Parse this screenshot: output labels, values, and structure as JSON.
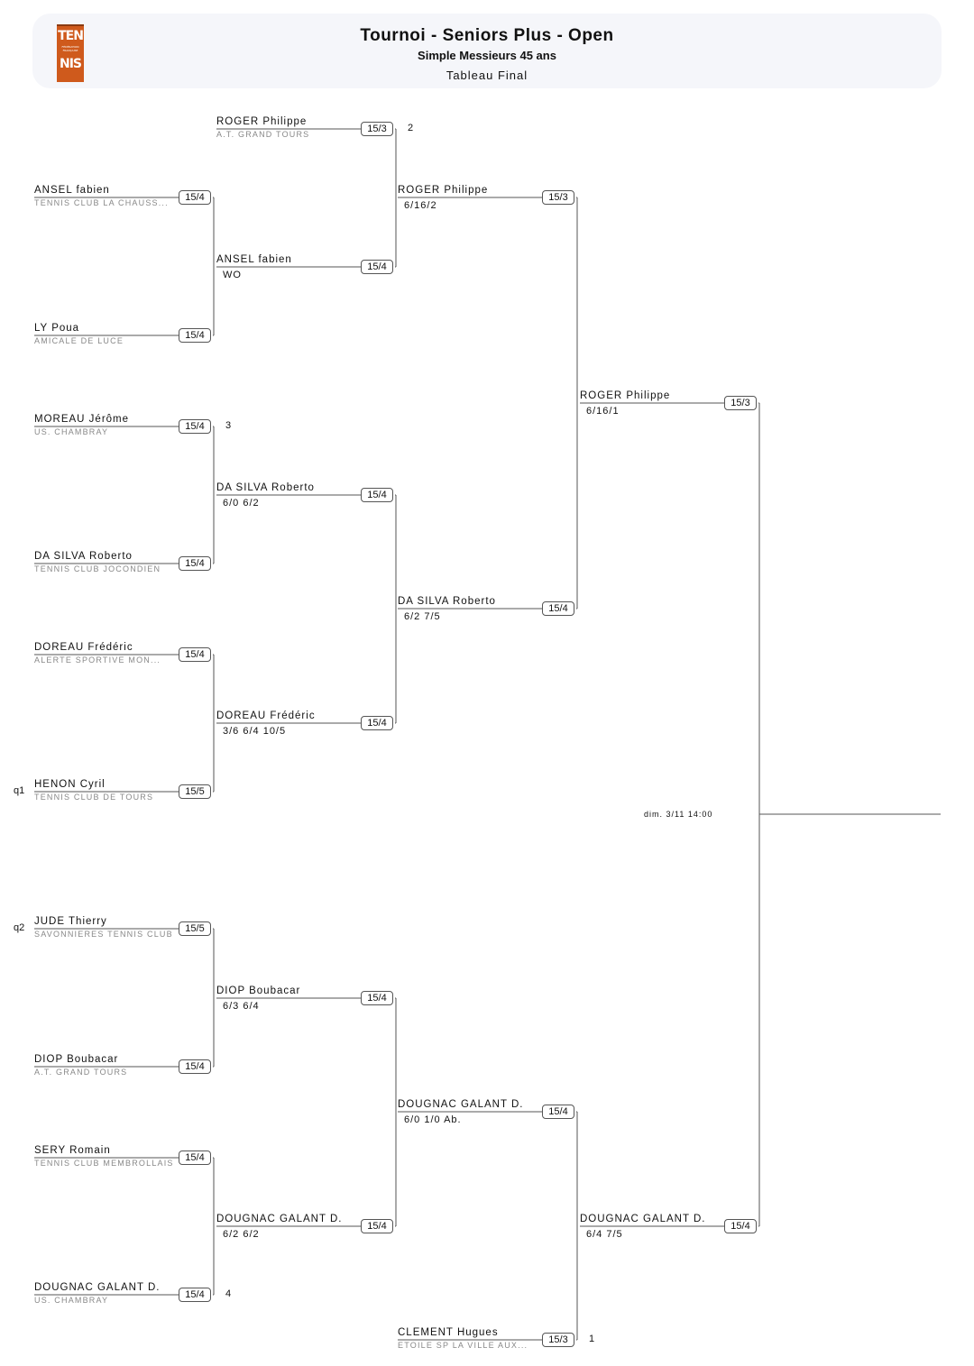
{
  "header": {
    "logo_text": "TENNIS",
    "title": "Tournoi - Seniors Plus - Open",
    "subtitle": "Simple Messieurs 45 ans",
    "stage": "Tableau Final"
  },
  "final_date": "dim. 3/11 14:00",
  "rounds": [
    [
      {
        "name": "ANSEL fabien",
        "club": "TENNIS CLUB LA CHAUSS...",
        "rank": "15/4"
      },
      {
        "name": "LY Poua",
        "club": "AMICALE DE LUCE",
        "rank": "15/4"
      },
      {
        "name": "MOREAU Jérôme",
        "club": "US. CHAMBRAY",
        "rank": "15/4",
        "seed": "3"
      },
      {
        "name": "DA SILVA Roberto",
        "club": "TENNIS CLUB JOCONDIEN",
        "rank": "15/4"
      },
      {
        "name": "DOREAU Frédéric",
        "club": "ALERTE SPORTIVE MON...",
        "rank": "15/4"
      },
      {
        "name": "HENON Cyril",
        "club": "TENNIS CLUB DE TOURS",
        "rank": "15/5",
        "qualifier": "q1"
      },
      {
        "name": "JUDE Thierry",
        "club": "SAVONNIERES TENNIS CLUB",
        "rank": "15/5",
        "qualifier": "q2"
      },
      {
        "name": "DIOP Boubacar",
        "club": "A.T. GRAND TOURS",
        "rank": "15/4"
      },
      {
        "name": "SERY Romain",
        "club": "TENNIS CLUB MEMBROLLAIS",
        "rank": "15/4"
      },
      {
        "name": "DOUGNAC GALANT D.",
        "club": "US. CHAMBRAY",
        "rank": "15/4",
        "seed": "4"
      }
    ],
    [
      {
        "name": "ROGER Philippe",
        "club": "A.T. GRAND TOURS",
        "rank": "15/3",
        "seed": "2"
      },
      {
        "name": "ANSEL fabien",
        "score": "WO",
        "rank": "15/4"
      },
      {
        "name": "DA SILVA Roberto",
        "score": "6/0 6/2",
        "rank": "15/4"
      },
      {
        "name": "DOREAU Frédéric",
        "score": "3/6 6/4 10/5",
        "rank": "15/4"
      },
      {
        "name": "DIOP Boubacar",
        "score": "6/3 6/4",
        "rank": "15/4"
      },
      {
        "name": "DOUGNAC GALANT D.",
        "score": "6/2 6/2",
        "rank": "15/4"
      }
    ],
    [
      {
        "name": "ROGER Philippe",
        "score": "6/16/2",
        "rank": "15/3"
      },
      {
        "name": "DA SILVA Roberto",
        "score": "6/2 7/5",
        "rank": "15/4"
      },
      {
        "name": "DOUGNAC GALANT D.",
        "score": "6/0 1/0  Ab.",
        "rank": "15/4"
      },
      {
        "name": "CLEMENT Hugues",
        "club": "ETOILE SP LA VILLE AUX...",
        "rank": "15/3",
        "seed": "1"
      }
    ],
    [
      {
        "name": "ROGER Philippe",
        "score": "6/16/1",
        "rank": "15/3"
      },
      {
        "name": "DOUGNAC GALANT D.",
        "score": "6/4 7/5",
        "rank": "15/4"
      }
    ]
  ]
}
